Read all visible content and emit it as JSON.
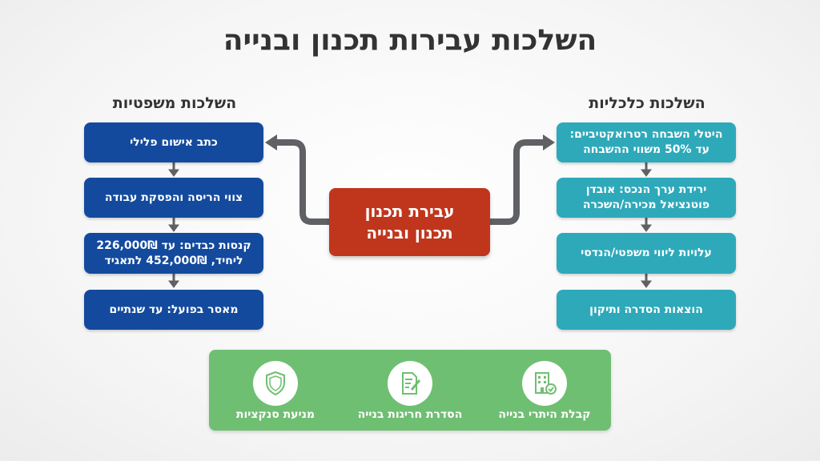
{
  "title": "השלכות עבירות תכנון ובנייה",
  "legal": {
    "heading": "השלכות משפטיות",
    "items": [
      {
        "lines": [
          "כתב אישום פלילי"
        ]
      },
      {
        "lines": [
          "צווי הריסה והפסקת עבודה"
        ]
      },
      {
        "lines": [
          "קנסות כבדים: עד 226,000₪",
          "ליחיד, 452,000₪ לתאגיד"
        ]
      },
      {
        "lines": [
          "מאסר בפועל: עד שנתיים"
        ]
      }
    ]
  },
  "economic": {
    "heading": "השלכות כלכליות",
    "items": [
      {
        "lines": [
          "היטלי השבחה רטרואקטיביים:",
          "עד 50% משווי ההשבחה"
        ]
      },
      {
        "lines": [
          "ירידת ערך הנכס: אובדן",
          "פוטנציאל מכירה/השכרה"
        ]
      },
      {
        "lines": [
          "עלויות ליווי משפטי/הנדסי"
        ]
      },
      {
        "lines": [
          "הוצאות הסדרה ותיקון"
        ]
      }
    ]
  },
  "center": {
    "line1": "עבירת תכנון",
    "line2": "תכנון ובנייה"
  },
  "bottom": [
    {
      "label": "קבלת היתרי בנייה",
      "icon": "building-permit-icon"
    },
    {
      "label": "הסדרת חריגות בנייה",
      "icon": "document-edit-icon"
    },
    {
      "label": "מניעת סנקציות",
      "icon": "shield-icon"
    }
  ],
  "colors": {
    "legal": "#134a9e",
    "economic": "#2ea9ba",
    "center": "#c0361c",
    "green_panel": "#6fbf72",
    "connector": "#5f6165"
  }
}
